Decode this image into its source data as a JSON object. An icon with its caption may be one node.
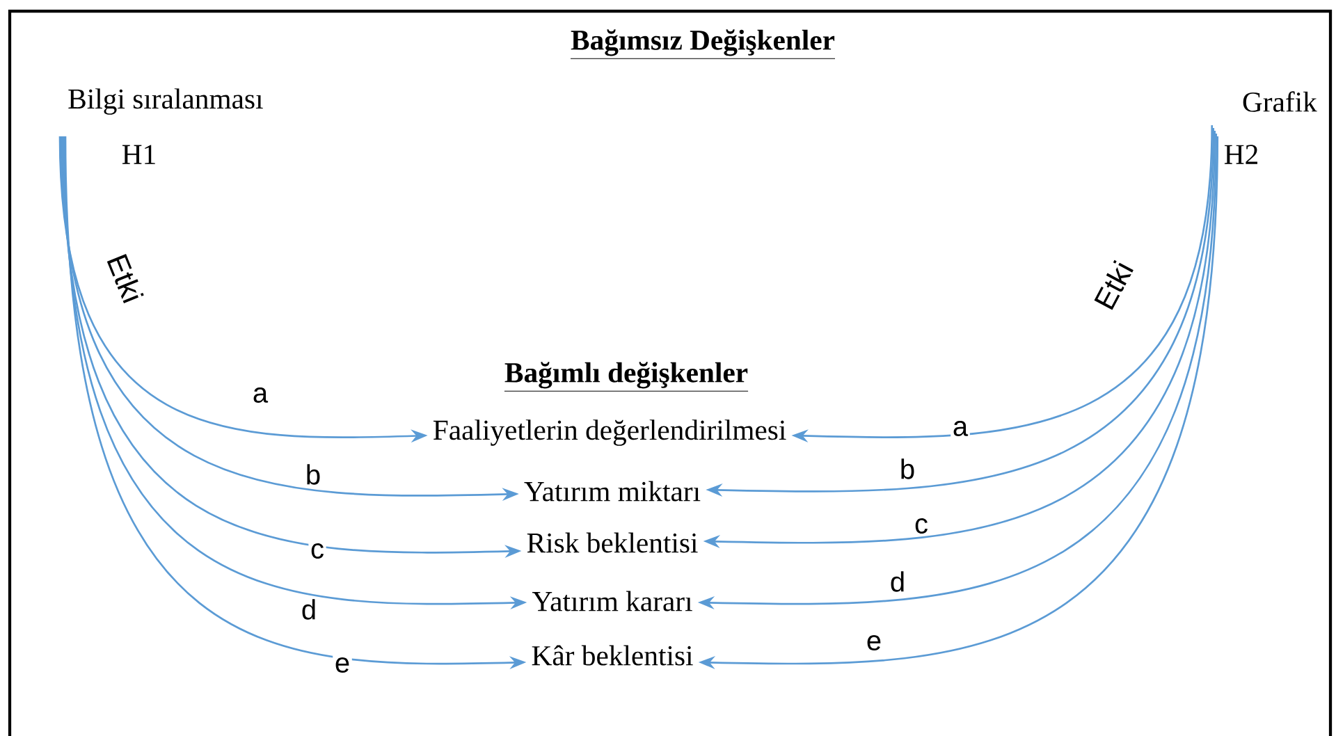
{
  "diagram": {
    "title": "Bağımsız Değişkenler",
    "nodes": [
      {
        "text": [
          "Bilgi sıralanması"
        ],
        "beside": [
          "H1"
        ]
      },
      {
        "text": [
          "Grafik"
        ],
        "beside": [
          "H2"
        ]
      },
      {
        "text": [
          "Faaliyetlerin değerlendirilmesi"
        ]
      },
      {
        "text": [
          "Yatırım miktarı"
        ]
      },
      {
        "text": [
          "Risk beklentisi"
        ]
      },
      {
        "text": [
          "Yatırım kararı"
        ]
      },
      {
        "text": [
          "Kâr beklentisi"
        ]
      }
    ],
    "edges": [
      {
        "from": 0,
        "to": 2,
        "arrow": "to",
        "label": "a"
      },
      {
        "from": 0,
        "to": 3,
        "arrow": "to",
        "label": "b"
      },
      {
        "from": 0,
        "to": 4,
        "arrow": "to",
        "label": "c"
      },
      {
        "from": 0,
        "to": 5,
        "arrow": "to",
        "label": "d"
      },
      {
        "from": 0,
        "to": 6,
        "arrow": "to",
        "label": "e"
      },
      {
        "from": 1,
        "to": 2,
        "arrow": "to",
        "label": "a"
      },
      {
        "from": 1,
        "to": 3,
        "arrow": "to",
        "label": "b"
      },
      {
        "from": 1,
        "to": 4,
        "arrow": "to",
        "label": "c"
      },
      {
        "from": 1,
        "to": 5,
        "arrow": "to",
        "label": "d"
      },
      {
        "from": 1,
        "to": 6,
        "arrow": "to",
        "label": "e"
      }
    ],
    "labels": [
      "Etki",
      "Etki",
      "Bağımlı değişkenler"
    ]
  }
}
